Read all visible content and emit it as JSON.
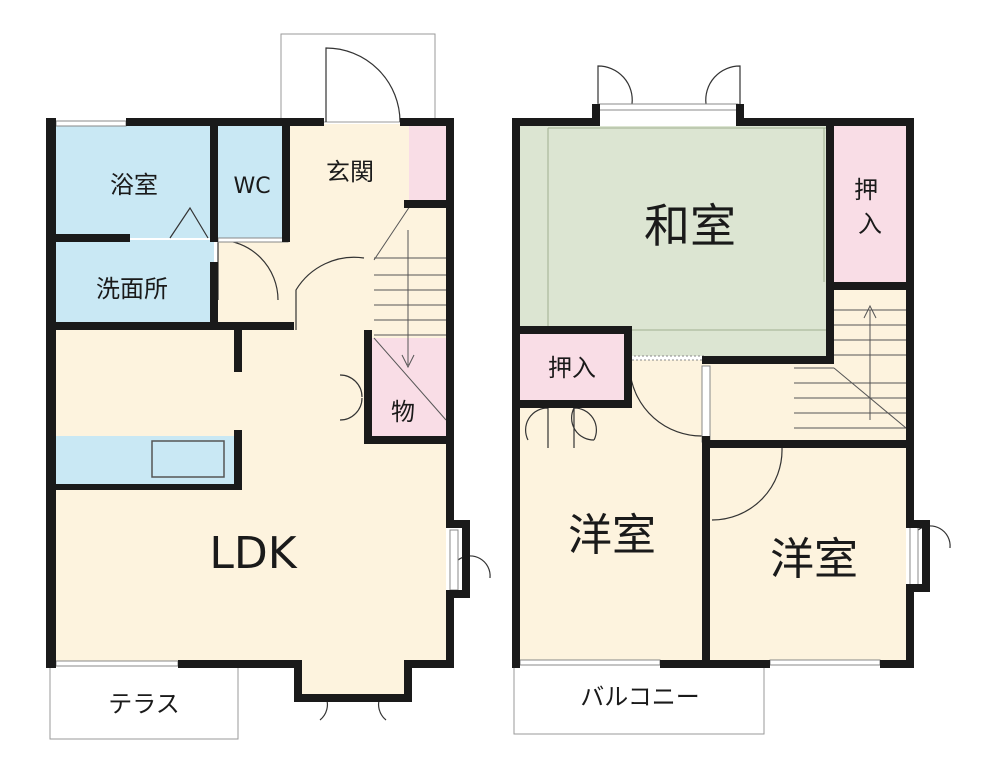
{
  "colors": {
    "wall": "#1a1a1a",
    "bath": "#c9e8f4",
    "floor": "#fdf3de",
    "tatami": "#dce5d2",
    "closet": "#f9dde6",
    "outline": "#9a9a9a"
  },
  "rooms": {
    "bath": "浴室",
    "wc": "WC",
    "entrance": "玄関",
    "washroom": "洗面所",
    "storage": "物",
    "ldk": "LDK",
    "terrace": "テラス",
    "japanese_room": "和室",
    "closet_upper_right": "押入",
    "closet_left": "押入",
    "western_room_1": "洋室",
    "western_room_2": "洋室",
    "balcony": "バルコニー"
  }
}
